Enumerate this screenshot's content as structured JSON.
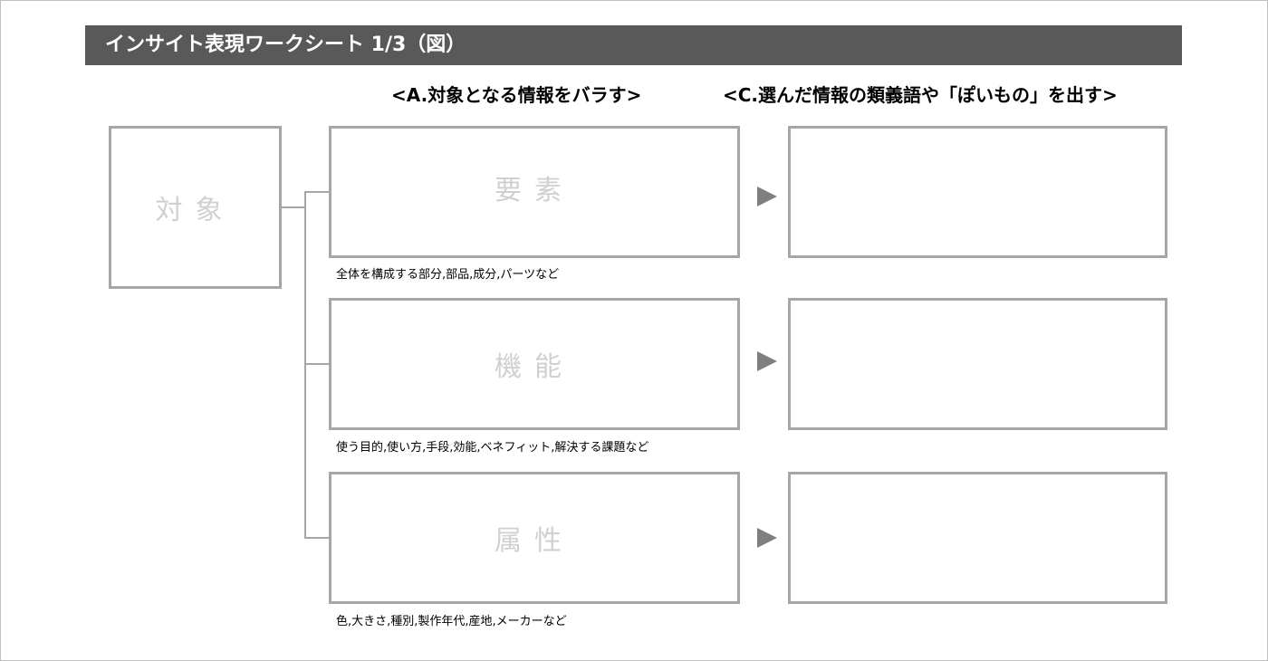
{
  "title": "インサイト表現ワークシート 1/3（図）",
  "heading_a": "<A.対象となる情報をバラす>",
  "heading_c": "<C.選んだ情報の類義語や「ぽいもの」を出す>",
  "target_label": "対象",
  "rows": [
    {
      "label": "要素",
      "caption": "全体を構成する部分,部品,成分,パーツなど"
    },
    {
      "label": "機能",
      "caption": "使う目的,使い方,手段,効能,ベネフィット,解決する課題など"
    },
    {
      "label": "属性",
      "caption": "色,大きさ,種別,製作年代,産地,メーカーなど"
    }
  ]
}
